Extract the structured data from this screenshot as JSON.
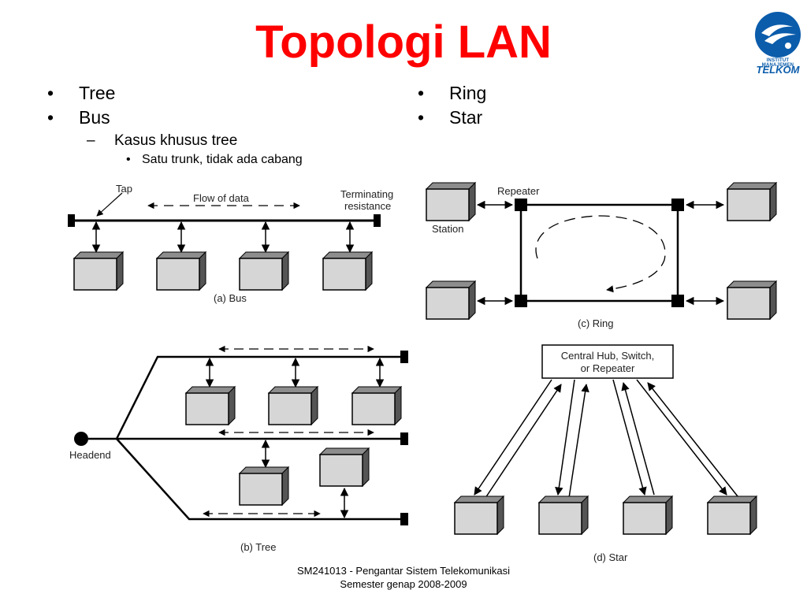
{
  "title": "Topologi LAN",
  "logo": {
    "line1": "INSTITUT MANAJEMEN",
    "line2": "TELKOM"
  },
  "left_list": {
    "item1": "Tree",
    "item2": "Bus",
    "sub1": "Kasus khusus tree",
    "subsub1": "Satu trunk, tidak ada cabang"
  },
  "right_list": {
    "item1": "Ring",
    "item2": "Star"
  },
  "bullet": "•",
  "dash": "–",
  "bus": {
    "tap": "Tap",
    "flow": "Flow of data",
    "term1": "Terminating",
    "term2": "resistance",
    "caption": "(a) Bus"
  },
  "ring": {
    "repeater": "Repeater",
    "station": "Station",
    "caption": "(c) Ring"
  },
  "tree": {
    "headend": "Headend",
    "caption": "(b) Tree"
  },
  "star": {
    "hub1": "Central Hub, Switch,",
    "hub2": "or Repeater",
    "caption": "(d) Star"
  },
  "footer": {
    "line1": "SM241013 - Pengantar Sistem Telekomunikasi",
    "line2": "Semester genap 2008-2009"
  }
}
